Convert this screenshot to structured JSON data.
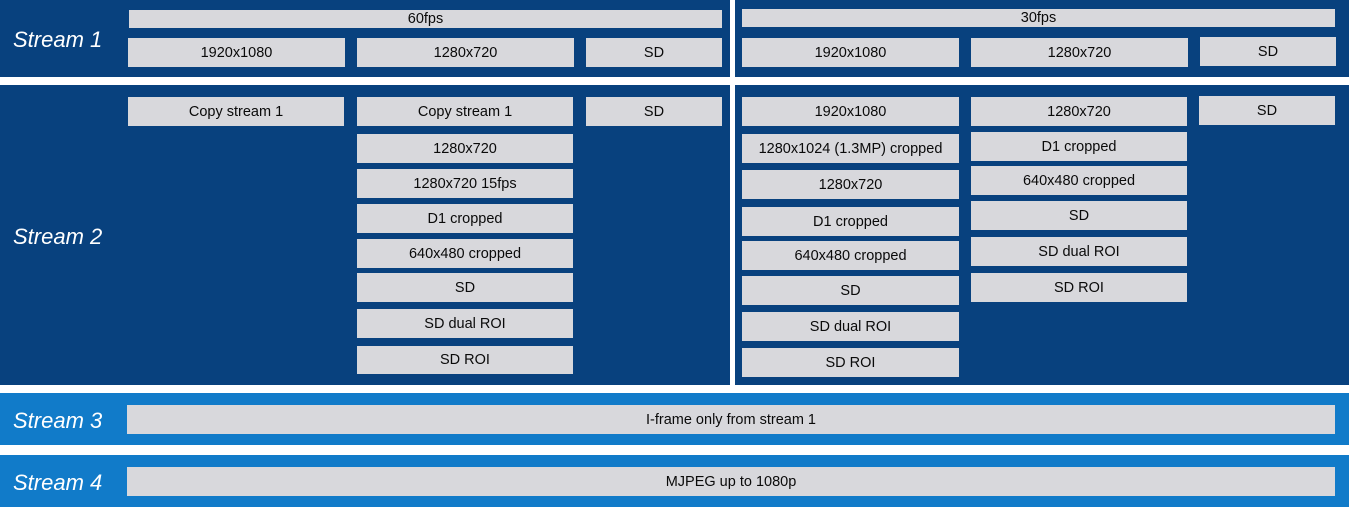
{
  "colors": {
    "dark_band": "#08417e",
    "light_band": "#117bc9",
    "box": "#d8d8dc",
    "separator": "#ffffff"
  },
  "stream1": {
    "label": "Stream 1",
    "fps60": {
      "header": "60fps",
      "options": [
        "1920x1080",
        "1280x720",
        "SD"
      ]
    },
    "fps30": {
      "header": "30fps",
      "options": [
        "1920x1080",
        "1280x720",
        "SD"
      ]
    }
  },
  "stream2": {
    "label": "Stream 2",
    "col1": [
      "Copy stream 1"
    ],
    "col2": [
      "Copy stream 1",
      "1280x720",
      "1280x720 15fps",
      "D1 cropped",
      "640x480 cropped",
      "SD",
      "SD dual ROI",
      "SD ROI"
    ],
    "col3": [
      "SD"
    ],
    "col4": [
      "1920x1080",
      "1280x1024 (1.3MP) cropped",
      "1280x720",
      "D1 cropped",
      "640x480 cropped",
      "SD",
      "SD dual ROI",
      "SD ROI"
    ],
    "col5": [
      "1280x720",
      "D1 cropped",
      "640x480 cropped",
      "SD",
      "SD dual ROI",
      "SD ROI"
    ],
    "col6": [
      "SD"
    ]
  },
  "stream3": {
    "label": "Stream 3",
    "value": "I-frame only from stream 1"
  },
  "stream4": {
    "label": "Stream 4",
    "value": "MJPEG up to 1080p"
  }
}
